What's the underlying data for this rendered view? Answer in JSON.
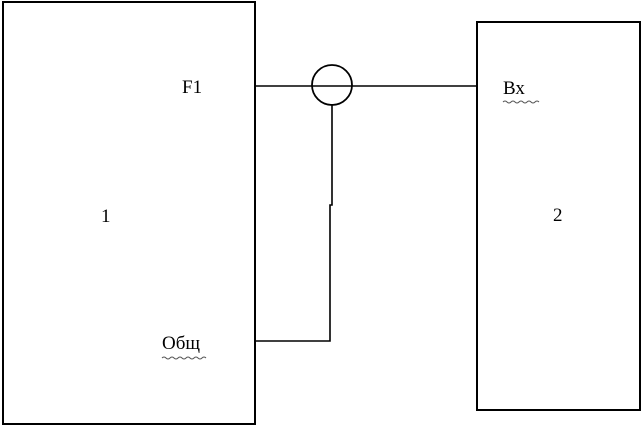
{
  "blocks": {
    "left": {
      "number": "1"
    },
    "right": {
      "number": "2"
    }
  },
  "ports": {
    "f1": "F1",
    "common": "Общ",
    "input": "Вх"
  },
  "icons": {
    "junction": "circle-junction-icon"
  },
  "colors": {
    "line": "#000000",
    "background": "#ffffff"
  }
}
